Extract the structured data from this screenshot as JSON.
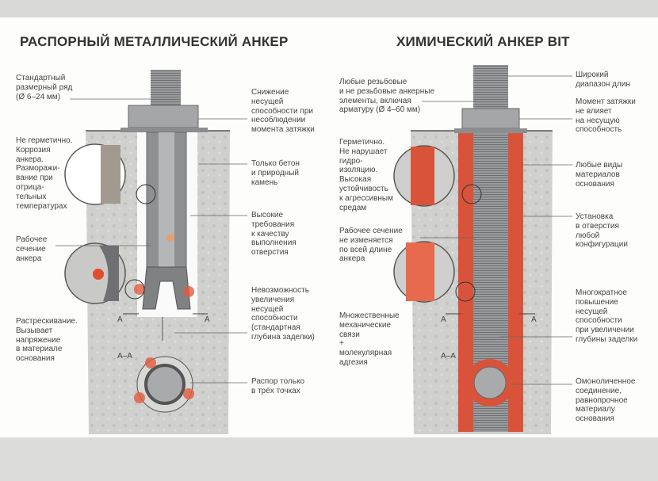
{
  "left": {
    "title": "РАСПОРНЫЙ МЕТАЛЛИЧЕСКИЙ АНКЕР",
    "labels": {
      "size_range": "Стандартный\nразмерный ряд\n(Ø 6–24 мм)",
      "not_sealed": "Не герметично.\nКоррозия\nанкера.\nРазморажи-\nвание при\nотрица-\nтельных\nтемпературах",
      "working_section": "Рабочее\nсечение\nанкера",
      "cracking": "Растрескивание.\nВызывает\nнапряжение\nв материале\nоснования",
      "torque": "Снижение\nнесущей\nспособности при\nнесоблюдении\nмомента затяжки",
      "concrete_only": "Только бетон\nи природный\nкамень",
      "hole_quality": "Высокие\nтребования\nк качеству\nвыполнения\nотверстия",
      "no_increase": "Невозможность\nувеличения\nнесущей\nспособности\n(стандартная\nглубина заделки)",
      "three_points": "Распор только\nв трёх точках"
    },
    "section_label": "А–А",
    "marker": "А"
  },
  "right": {
    "title": "ХИМИЧЕСКИЙ АНКЕР BIT",
    "labels": {
      "any_elements": "Любые резьбовые\nи не резьбовые анкерные\nэлементы, включая\nарматуру (Ø 4–60 мм)",
      "sealed": "Герметично.\nНе нарушает\nгидро-\nизоляцию.\nВысокая\nустойчивость\nк агрессивным\nсредам",
      "section_constant": "Рабочее сечение\nне изменяется\nпо всей длине\nанкера",
      "bonds": "Множественные\nмеханические\nсвязи\n+\nмолекулярная\nадгезия",
      "lengths": "Широкий\nдиапазон длин",
      "torque": "Момент затяжки\nне влияет\nна несущую\nспособность",
      "any_materials": "Любые виды\nматериалов\nоснования",
      "any_hole": "Установка\nв отверстия\nлюбой\nконфигурации",
      "depth": "Многократное\nповышение\nнесущей\nспособности\nпри увеличении\nглубины заделки",
      "monolithic": "Омоноличенное\nсоединение,\nравнопрочное\nматериалу\nоснования"
    },
    "section_label": "А–А",
    "marker": "А"
  },
  "colors": {
    "resin": "#d9533a",
    "concrete": "#cfcfcd",
    "steel": "#8d8f91"
  }
}
